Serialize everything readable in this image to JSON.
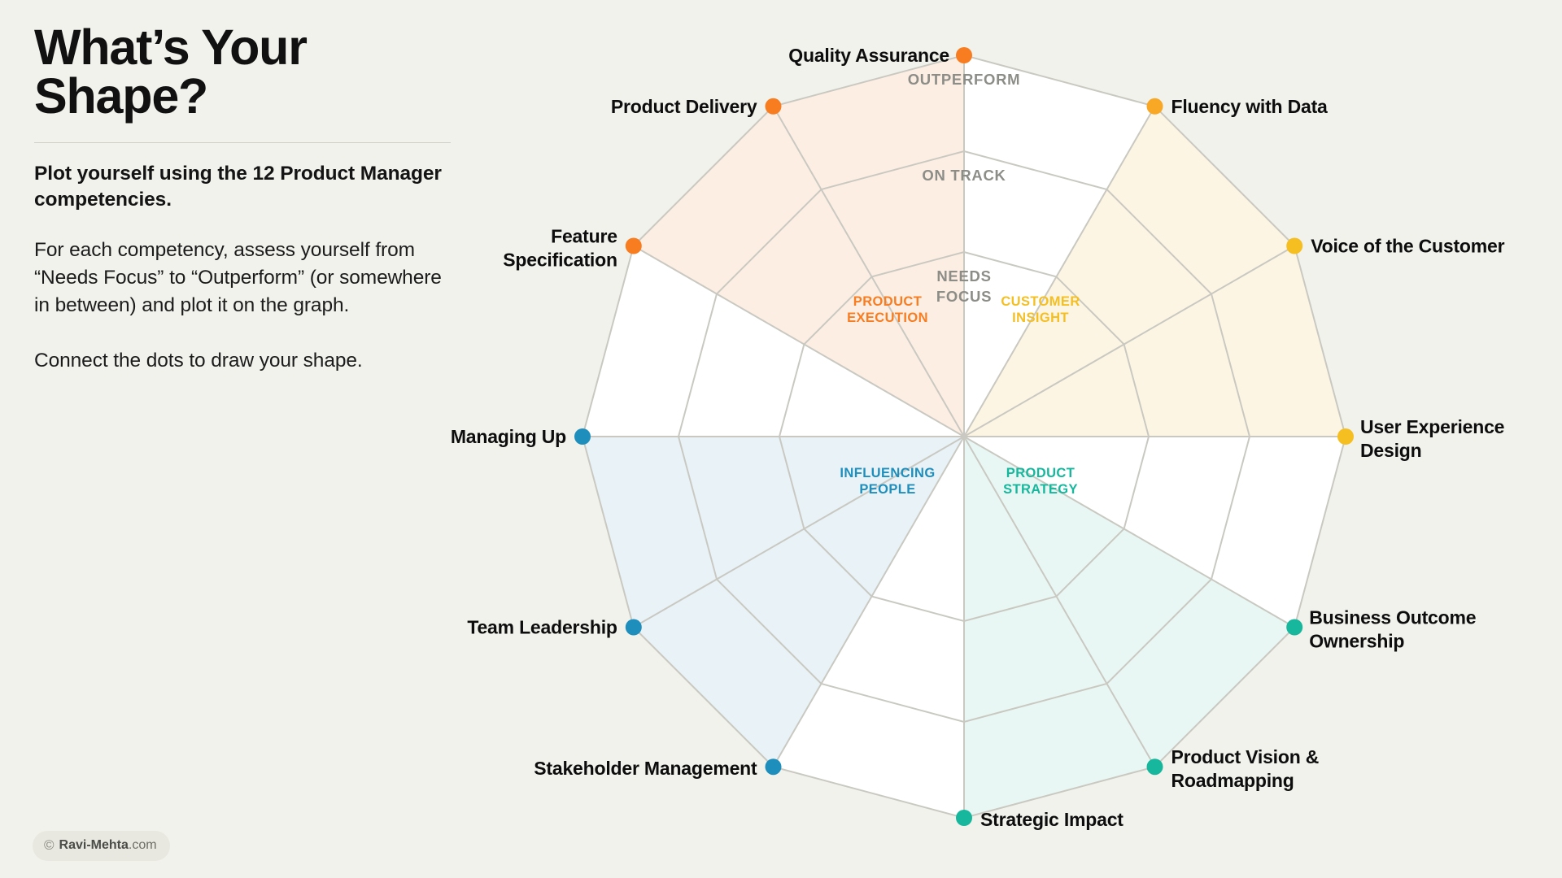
{
  "panel": {
    "title": "What’s Your\nShape?",
    "lede": "Plot yourself using the 12 Product Manager competencies.",
    "para1": "For each competency, assess yourself from “Needs Focus” to “Outperform” (or somewhere in between) and plot it on the graph.",
    "para2": "Connect the dots to draw your shape."
  },
  "credit": {
    "symbol": "©",
    "name": "Ravi-Mehta",
    "tld": ".com"
  },
  "chart_data": {
    "type": "radar",
    "title": "What’s Your Shape?",
    "rings": [
      "NEEDS FOCUS",
      "ON TRACK",
      "OUTPERFORM"
    ],
    "ring_labels_display": [
      {
        "line1": "OUTPERFORM",
        "line2": ""
      },
      {
        "line1": "ON TRACK",
        "line2": ""
      },
      {
        "line1": "NEEDS",
        "line2": "FOCUS"
      }
    ],
    "scale_min_label": "NEEDS FOCUS",
    "scale_max_label": "OUTPERFORM",
    "levels": 3,
    "categories": [
      "Fluency with Data",
      "Voice of the Customer",
      "User Experience Design",
      "Business Outcome Ownership",
      "Product Vision & Roadmapping",
      "Strategic Impact",
      "Stakeholder Management",
      "Team Leadership",
      "Managing Up",
      "Feature Specification",
      "Product Delivery",
      "Quality Assurance"
    ],
    "values": [
      3,
      3,
      3,
      3,
      3,
      3,
      3,
      3,
      3,
      3,
      3,
      3
    ],
    "ylim": [
      0,
      3
    ],
    "grid": true,
    "legend": "none",
    "groups": [
      {
        "name": "CUSTOMER INSIGHT",
        "label_line1": "CUSTOMER",
        "label_line2": "INSIGHT",
        "color": "#f5bf22",
        "fill": "#fdf5e3",
        "categories": [
          "Fluency with Data",
          "Voice of the Customer",
          "User Experience Design"
        ]
      },
      {
        "name": "PRODUCT STRATEGY",
        "label_line1": "PRODUCT",
        "label_line2": "STRATEGY",
        "color": "#16b79c",
        "fill": "#e9f7f4",
        "categories": [
          "Business Outcome Ownership",
          "Product Vision & Roadmapping",
          "Strategic Impact"
        ]
      },
      {
        "name": "INFLUENCING PEOPLE",
        "label_line1": "INFLUENCING",
        "label_line2": "PEOPLE",
        "color": "#1e8ebd",
        "fill": "#e8f2f7",
        "categories": [
          "Stakeholder Management",
          "Team Leadership",
          "Managing Up"
        ]
      },
      {
        "name": "PRODUCT EXECUTION",
        "label_line1": "PRODUCT",
        "label_line2": "EXECUTION",
        "color": "#f87c20",
        "fill": "#fdeee3",
        "categories": [
          "Feature Specification",
          "Product Delivery",
          "Quality Assurance"
        ]
      }
    ],
    "points": [
      {
        "category": "Fluency with Data",
        "value": 3,
        "color": "#f9a825",
        "label_lines": [
          "Fluency with Data"
        ]
      },
      {
        "category": "Voice of the Customer",
        "value": 3,
        "color": "#f5bf22",
        "label_lines": [
          "Voice of the Customer"
        ]
      },
      {
        "category": "User Experience Design",
        "value": 3,
        "color": "#f5bf22",
        "label_lines": [
          "User Experience",
          "Design"
        ]
      },
      {
        "category": "Business Outcome Ownership",
        "value": 3,
        "color": "#16b79c",
        "label_lines": [
          "Business Outcome",
          "Ownership"
        ]
      },
      {
        "category": "Product Vision & Roadmapping",
        "value": 3,
        "color": "#16b79c",
        "label_lines": [
          "Product Vision &",
          "Roadmapping"
        ]
      },
      {
        "category": "Strategic Impact",
        "value": 3,
        "color": "#16b79c",
        "label_lines": [
          "Strategic Impact"
        ]
      },
      {
        "category": "Stakeholder Management",
        "value": 3,
        "color": "#1e8ebd",
        "label_lines": [
          "Stakeholder Management"
        ]
      },
      {
        "category": "Team Leadership",
        "value": 3,
        "color": "#1e8ebd",
        "label_lines": [
          "Team Leadership"
        ]
      },
      {
        "category": "Managing Up",
        "value": 3,
        "color": "#1e8ebd",
        "label_lines": [
          "Managing Up"
        ]
      },
      {
        "category": "Feature Specification",
        "value": 3,
        "color": "#f87c20",
        "label_lines": [
          "Feature",
          "Specification"
        ]
      },
      {
        "category": "Product Delivery",
        "value": 3,
        "color": "#f87c20",
        "label_lines": [
          "Product Delivery"
        ]
      },
      {
        "category": "Quality Assurance",
        "value": 3,
        "color": "#f87c20",
        "label_lines": [
          "Quality Assurance"
        ]
      }
    ]
  },
  "colors": {
    "background": "#f2f2ec",
    "plot_background": "#ffffff",
    "grid": "#c9c9c2",
    "text": "#111111",
    "ring_label": "#8d8d88",
    "orange": "#f87c20",
    "yellow": "#f5bf22",
    "teal": "#16b79c",
    "blue": "#1e8ebd"
  }
}
